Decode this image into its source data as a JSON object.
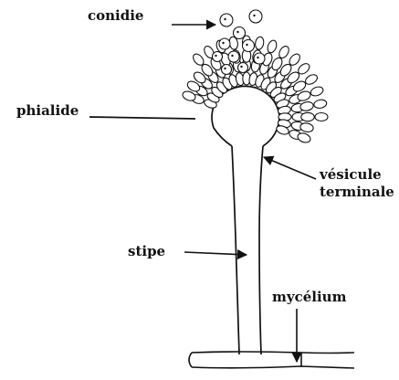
{
  "labels": {
    "conidie": "conidie",
    "phialide": "phialide",
    "vesicule_line1": "vésicule",
    "vesicule_line2": "terminale",
    "stipe": "stipe",
    "mycelium": "mycélium"
  },
  "colors": {
    "ink": "#111111",
    "background": "#ffffff"
  }
}
